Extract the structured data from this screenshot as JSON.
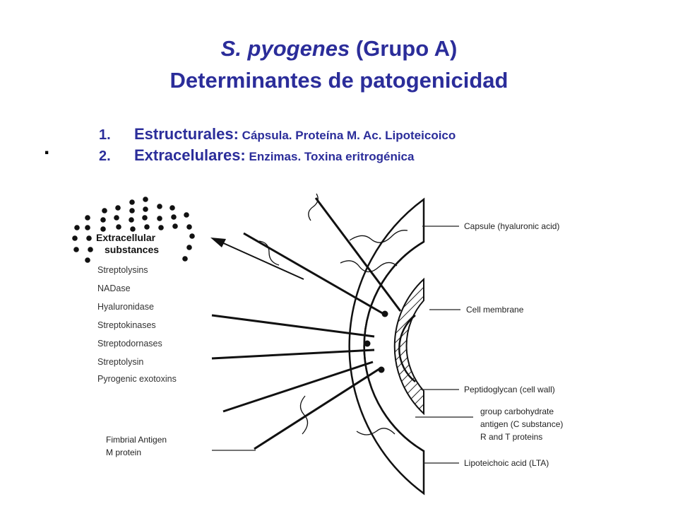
{
  "title": {
    "italic": "S. pyogenes",
    "rest": " (Grupo A)",
    "line2": "Determinantes de patogenicidad"
  },
  "bullet": ".",
  "list": [
    {
      "num": "1.",
      "head": "Estructurales:",
      "rest": " Cápsula. Proteína M. Ac. Lipoteicoico"
    },
    {
      "num": "2.",
      "head": "Extracelulares:",
      "rest": " Enzimas. Toxina eritrogénica"
    }
  ],
  "diagram": {
    "extracellular_title": [
      "Extracellular",
      "substances"
    ],
    "extracellular_items": [
      "Streptolysins",
      "NADase",
      "Hyaluronidase",
      "Streptokinases",
      "Streptodornases",
      "Streptolysin",
      "Pyrogenic exotoxins"
    ],
    "fimbrial_labels": [
      "Fimbrial Antigen",
      "M protein"
    ],
    "right_labels": {
      "capsule": "Capsule (hyaluronic acid)",
      "membrane": "Cell membrane",
      "peptidoglycan": "Peptidoglycan (cell wall)",
      "carbohydrate": [
        "group carbohydrate",
        "antigen (C substance)",
        "R and T proteins"
      ],
      "lta": "Lipoteichoic acid (LTA)"
    }
  }
}
